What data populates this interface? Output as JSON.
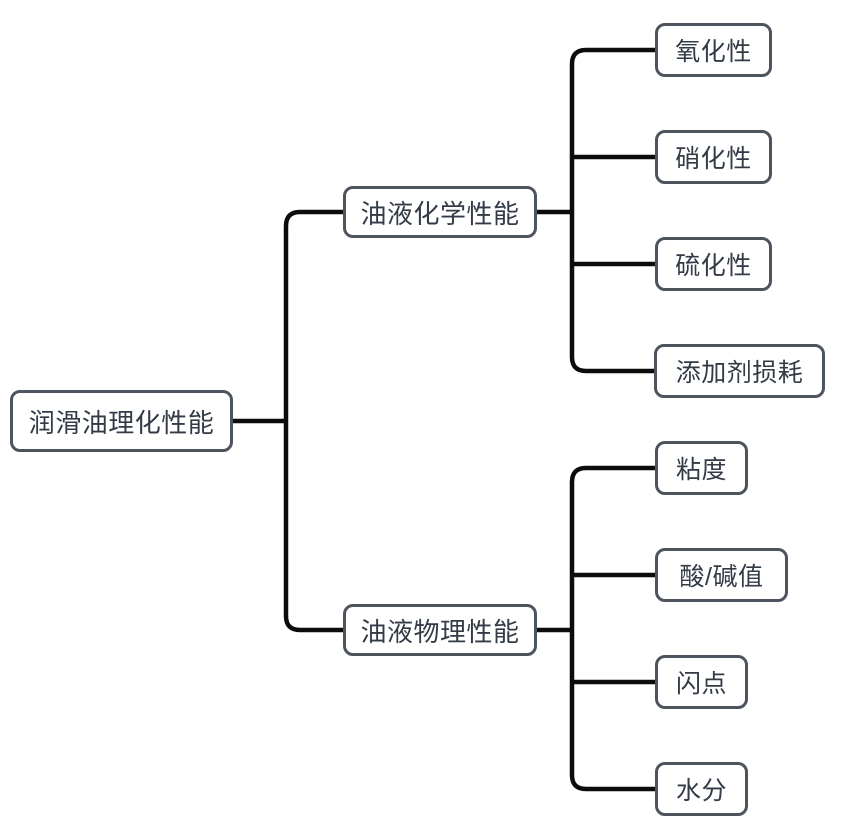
{
  "colors": {
    "connector": "#0c0c0c",
    "node_border": "#4d545e",
    "node_text": "#333b46",
    "node_fill": "#ffffff",
    "background": "#ffffff"
  },
  "mindmap": {
    "root": {
      "label": "润滑油理化性能"
    },
    "branches": [
      {
        "label": "油液化学性能",
        "children": [
          {
            "label": "氧化性"
          },
          {
            "label": "硝化性"
          },
          {
            "label": "硫化性"
          },
          {
            "label": "添加剂损耗"
          }
        ]
      },
      {
        "label": "油液物理性能",
        "children": [
          {
            "label": "粘度"
          },
          {
            "label": "酸/碱值"
          },
          {
            "label": "闪点"
          },
          {
            "label": "水分"
          }
        ]
      }
    ]
  }
}
